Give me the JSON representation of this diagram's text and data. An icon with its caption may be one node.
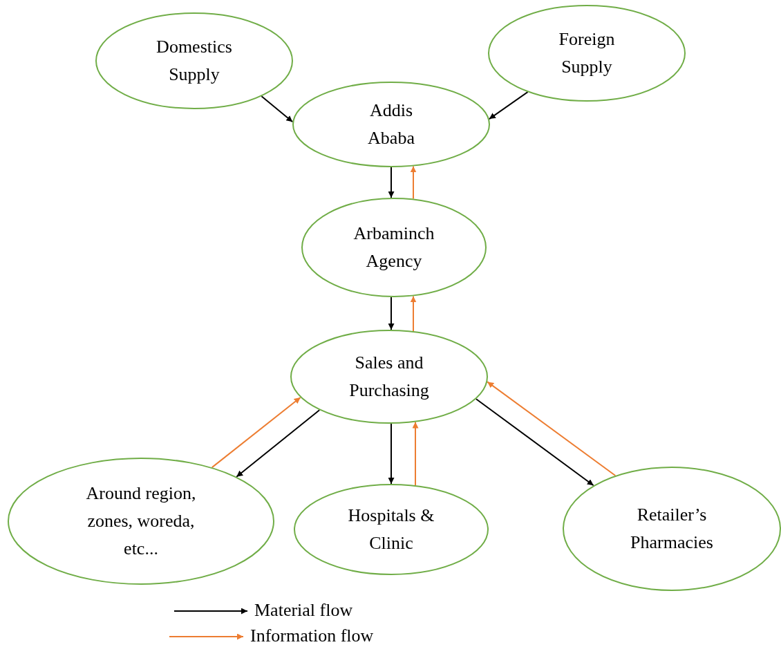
{
  "diagram": {
    "nodes": [
      {
        "text": [
          "Domestics Supply"
        ]
      },
      {
        "text": [
          "Foreign Supply"
        ]
      },
      {
        "text": [
          "Addis Ababa"
        ]
      },
      {
        "text": [
          "Arbaminch Agency"
        ]
      },
      {
        "text": [
          "Sales and Purchasing"
        ]
      },
      {
        "text": [
          "Around region, zones, woreda, etc..."
        ]
      },
      {
        "text": [
          "Hospitals & Clinic"
        ]
      },
      {
        "text": [
          "Retailer’s Pharmacies"
        ]
      }
    ],
    "edges": [
      {
        "from": 0,
        "to": 2,
        "arrow": "to"
      },
      {
        "from": 1,
        "to": 2,
        "arrow": "to"
      },
      {
        "from": 2,
        "to": 3,
        "arrow": "to"
      },
      {
        "from": 3,
        "to": 2,
        "arrow": "to",
        "color": "#ed7d31"
      },
      {
        "from": 3,
        "to": 4,
        "arrow": "to"
      },
      {
        "from": 4,
        "to": 3,
        "arrow": "to",
        "color": "#ed7d31"
      },
      {
        "from": 4,
        "to": 5,
        "arrow": "to"
      },
      {
        "from": 5,
        "to": 4,
        "arrow": "to",
        "color": "#ed7d31"
      },
      {
        "from": 4,
        "to": 6,
        "arrow": "to"
      },
      {
        "from": 6,
        "to": 4,
        "arrow": "to",
        "color": "#ed7d31"
      },
      {
        "from": 4,
        "to": 7,
        "arrow": "to"
      },
      {
        "from": 7,
        "to": 4,
        "arrow": "to",
        "color": "#ed7d31"
      }
    ],
    "legend": [
      {
        "text": "Material flow"
      },
      {
        "text": "Information flow"
      }
    ]
  }
}
